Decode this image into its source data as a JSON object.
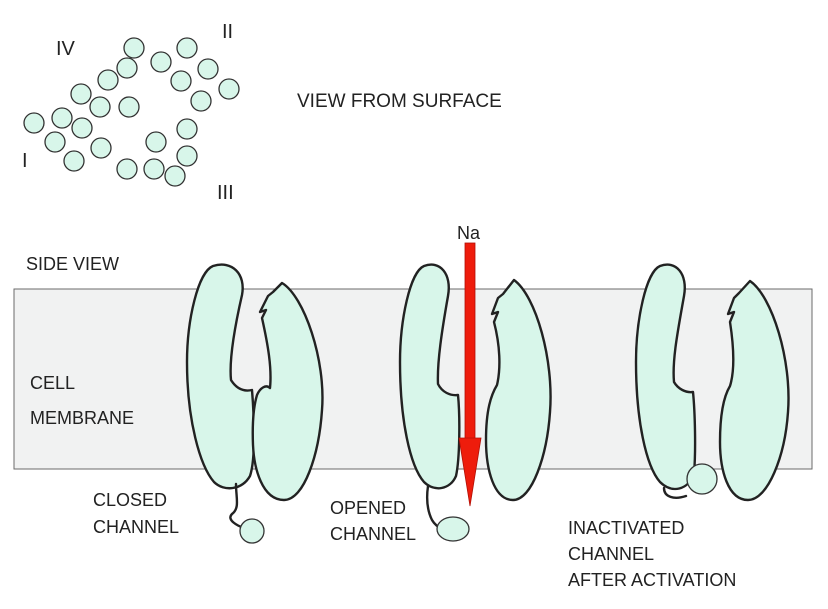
{
  "top_view": {
    "title": "VIEW FROM SURFACE",
    "domains": [
      {
        "label": "I",
        "color": "#d8f6ea"
      },
      {
        "label": "II",
        "color": "#8fdc16"
      },
      {
        "label": "III",
        "color": "#6d6e70"
      },
      {
        "label": "IV",
        "color": "#e8f3b0"
      }
    ]
  },
  "side_view": {
    "title": "SIDE VIEW",
    "membrane_label_line1": "CELL",
    "membrane_label_line2": "MEMBRANE",
    "ion_label": "Na",
    "colors": {
      "membrane": "#f1f2f2",
      "channel_fill": "#d8f6ea",
      "arrow": "#ee1c0c"
    },
    "channels": [
      {
        "state_line1": "CLOSED",
        "state_line2": "CHANNEL",
        "state_line3": ""
      },
      {
        "state_line1": "OPENED",
        "state_line2": "CHANNEL",
        "state_line3": ""
      },
      {
        "state_line1": "INACTIVATED",
        "state_line2": "CHANNEL",
        "state_line3": "AFTER ACTIVATION"
      }
    ]
  }
}
